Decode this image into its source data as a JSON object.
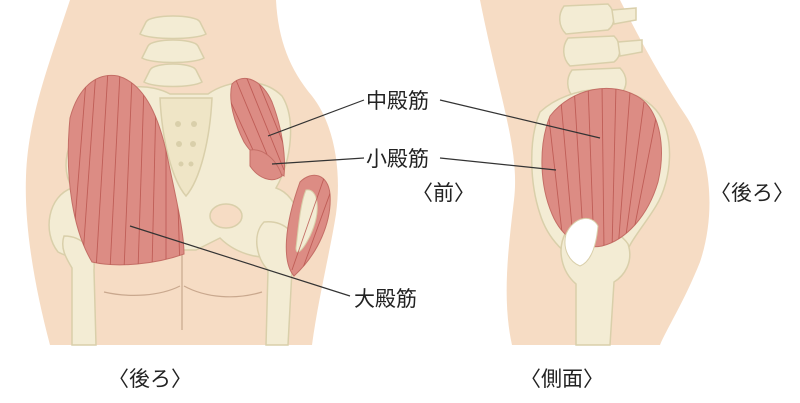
{
  "labels": {
    "gluteus_medius": "中殿筋",
    "gluteus_minimus": "小殿筋",
    "gluteus_maximus": "大殿筋"
  },
  "views": {
    "rear_caption": "〈後ろ〉",
    "side_caption": "〈側面〉",
    "front_marker": "〈前〉",
    "back_marker": "〈後ろ〉"
  },
  "colors": {
    "skin": "#f6dcc4",
    "bone": "#f3ecd4",
    "bone_outline": "#d9cfaa",
    "muscle": "#dc8c84",
    "muscle_line": "#b8524c",
    "leader": "#333333"
  }
}
